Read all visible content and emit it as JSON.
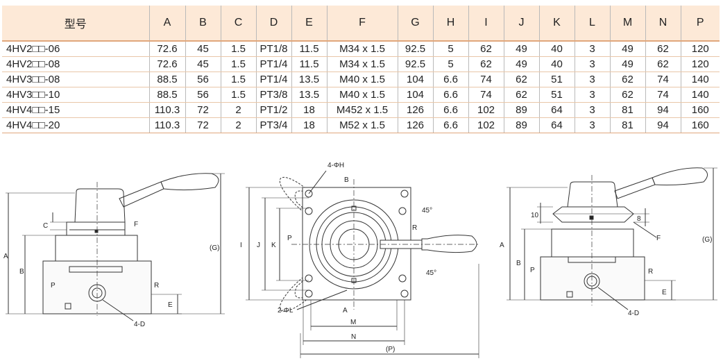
{
  "table": {
    "headers": [
      "型号",
      "A",
      "B",
      "C",
      "D",
      "E",
      "F",
      "G",
      "H",
      "I",
      "J",
      "K",
      "L",
      "M",
      "N",
      "P"
    ],
    "rows": [
      [
        "4HV2□□-06",
        "72.6",
        "45",
        "1.5",
        "PT1/8",
        "11.5",
        "M34 x 1.5",
        "92.5",
        "5",
        "62",
        "49",
        "40",
        "3",
        "49",
        "62",
        "120"
      ],
      [
        "4HV2□□-08",
        "72.6",
        "45",
        "1.5",
        "PT1/4",
        "11.5",
        "M34 x 1.5",
        "92.5",
        "5",
        "62",
        "49",
        "40",
        "3",
        "49",
        "62",
        "120"
      ],
      [
        "4HV3□□-08",
        "88.5",
        "56",
        "1.5",
        "PT1/4",
        "13.5",
        "M40 x 1.5",
        "104",
        "6.6",
        "74",
        "62",
        "51",
        "3",
        "62",
        "74",
        "140"
      ],
      [
        "4HV3□□-10",
        "88.5",
        "56",
        "1.5",
        "PT3/8",
        "13.5",
        "M40 x 1.5",
        "104",
        "6.6",
        "74",
        "62",
        "51",
        "3",
        "62",
        "74",
        "140"
      ],
      [
        "4HV4□□-15",
        "110.3",
        "72",
        "2",
        "PT1/2",
        "18",
        "M452 x 1.5",
        "126",
        "6.6",
        "102",
        "89",
        "64",
        "3",
        "81",
        "94",
        "160"
      ],
      [
        "4HV4□□-20",
        "110.3",
        "72",
        "2",
        "PT3/4",
        "18",
        "M52 x 1.5",
        "126",
        "6.6",
        "102",
        "89",
        "64",
        "3",
        "81",
        "94",
        "160"
      ]
    ]
  },
  "front_view": {
    "labels": {
      "A": "A",
      "B": "B",
      "C": "C",
      "F": "F",
      "P": "P",
      "R": "R",
      "E": "E",
      "G": "(G)",
      "port": "4-D"
    }
  },
  "top_view": {
    "labels": {
      "holes": "4-ΦH",
      "B": "B",
      "angle_top": "45°",
      "R": "R",
      "P": "P",
      "angle_bottom": "45°",
      "I": "I",
      "J": "J",
      "K": "K",
      "pins": "2-ΦL",
      "A": "A",
      "M": "M",
      "N": "N",
      "P_overall": "(P)"
    }
  },
  "side_view": {
    "labels": {
      "ten": "10",
      "eight": "8",
      "A": "A",
      "B": "B",
      "F": "F",
      "P": "P",
      "R": "R",
      "E": "E",
      "G": "(G)",
      "port": "4-D"
    }
  }
}
